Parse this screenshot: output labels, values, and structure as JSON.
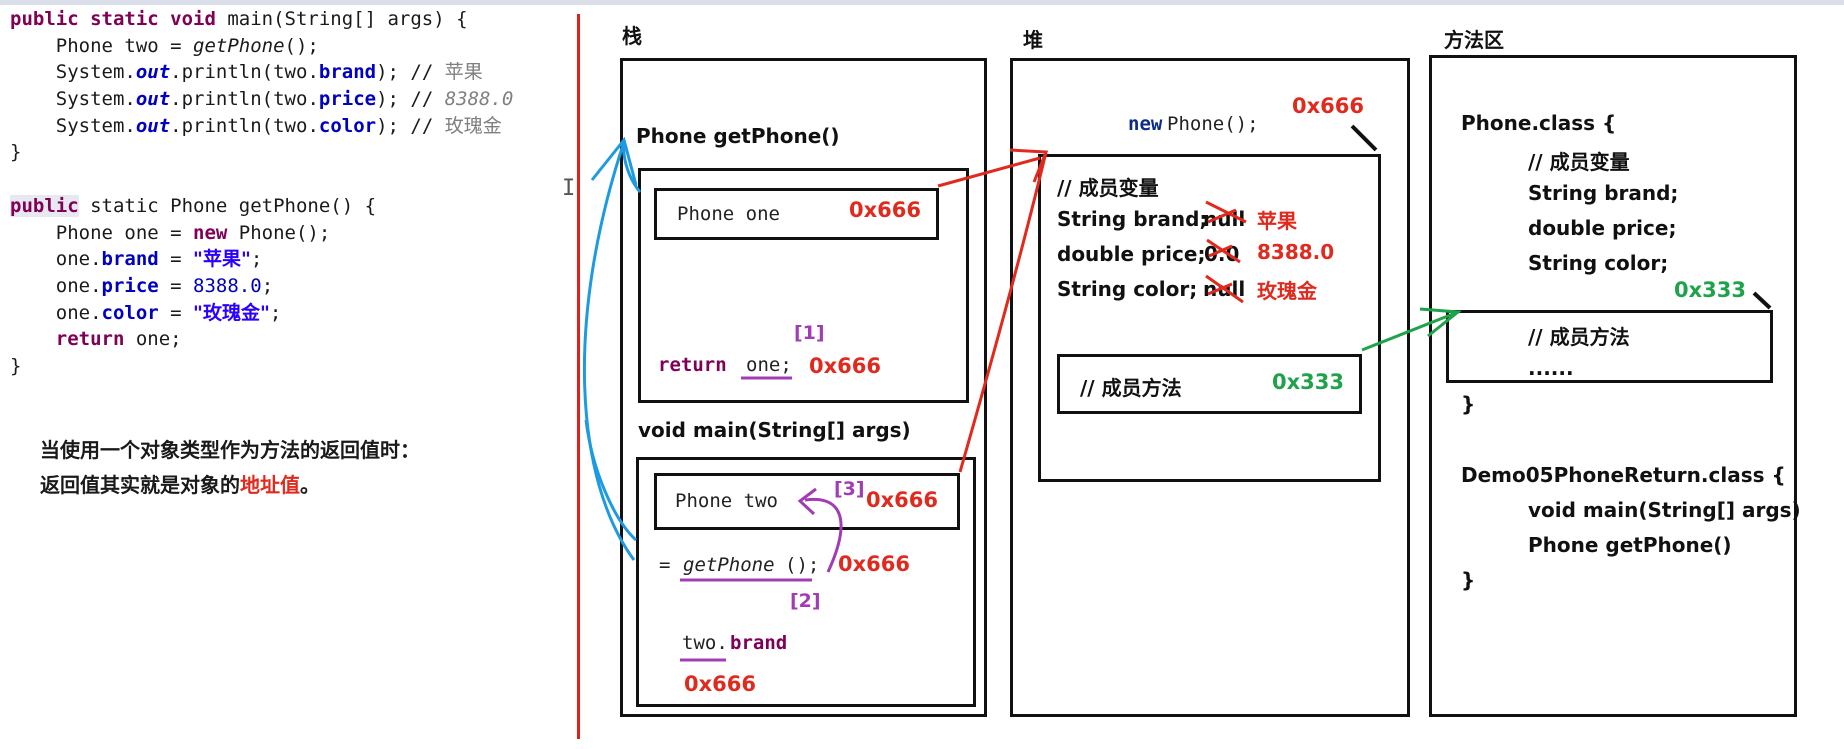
{
  "code": {
    "main_sig_pre": "public static void ",
    "main_sig_post": "main(String[] args) {",
    "line_two_decl": "    Phone two = ",
    "get_phone_call": "getPhone",
    "call_tail": "();",
    "println_pre": "    System.",
    "out_kw": "out",
    "println_mid": ".println(two.",
    "brand": "brand",
    "price": "price",
    "color": "color",
    "println_end": "); // ",
    "cmt_brand": "苹果",
    "cmt_price": "8388.0",
    "cmt_color": "玫瑰金",
    "close_brace": "}",
    "getphone_kw": "public",
    "getphone_sig": " static Phone getPhone() {",
    "new_phone_pre": "    Phone one = ",
    "new_kw": "new",
    "new_phone_post": " Phone();",
    "one_pre": "    one.",
    "assign": " = ",
    "brand_val": "\"苹果\"",
    "price_val": "8388.0",
    "color_val": "\"玫瑰金\"",
    "semicolon": ";",
    "return_kw": "return",
    "return_tail": " one;"
  },
  "notes": {
    "line1": "当使用一个对象类型作为方法的返回值时：",
    "line2_pre": "返回值其实就是对象的",
    "line2_red": "地址值",
    "line2_post": "。"
  },
  "stack": {
    "title": "栈",
    "getphone_frame": "Phone getPhone()",
    "phone_one": "Phone one",
    "addr_one": "0x666",
    "return_kw": "return",
    "return_var": "one;",
    "return_addr": "0x666",
    "marker1": "[1]",
    "main_frame": "void main(String[] args)",
    "phone_two": "Phone two",
    "marker3": "[3]",
    "addr_two": "0x666",
    "assign_eq": "=",
    "assign_call": "getPhone",
    "assign_tail": "();",
    "assign_addr": "0x666",
    "marker2": "[2]",
    "two_brand_pre": "two.",
    "two_brand_field": "brand",
    "two_brand_addr": "0x666"
  },
  "heap": {
    "title": "堆",
    "new_kw": "new",
    "new_tail": " Phone();",
    "obj_addr": "0x666",
    "member_vars": "// 成员变量",
    "brand_decl": "String brand;",
    "brand_old": "null",
    "brand_new": "苹果",
    "price_decl": "double price;",
    "price_old": "0.0",
    "price_new": "8388.0",
    "color_decl": "String color;",
    "color_old": "null",
    "color_new": "玫瑰金",
    "member_methods": "// 成员方法",
    "method_addr": "0x333"
  },
  "method_area": {
    "title": "方法区",
    "phone_class": "Phone.class {",
    "member_vars": "// 成员变量",
    "brand": "String brand;",
    "price": "double price;",
    "color": "String color;",
    "methods_addr": "0x333",
    "member_methods": "// 成员方法",
    "ellipsis": "......",
    "close1": "}",
    "demo_class": "Demo05PhoneReturn.class {",
    "main_sig": "void main(String[] args)",
    "getphone_sig": "Phone getPhone()",
    "close2": "}"
  },
  "colors": {
    "red": "#e02a1e",
    "green": "#1fa34a",
    "purple": "#a23cb4",
    "blue": "#1e9be0",
    "keyword": "#7f0055"
  }
}
